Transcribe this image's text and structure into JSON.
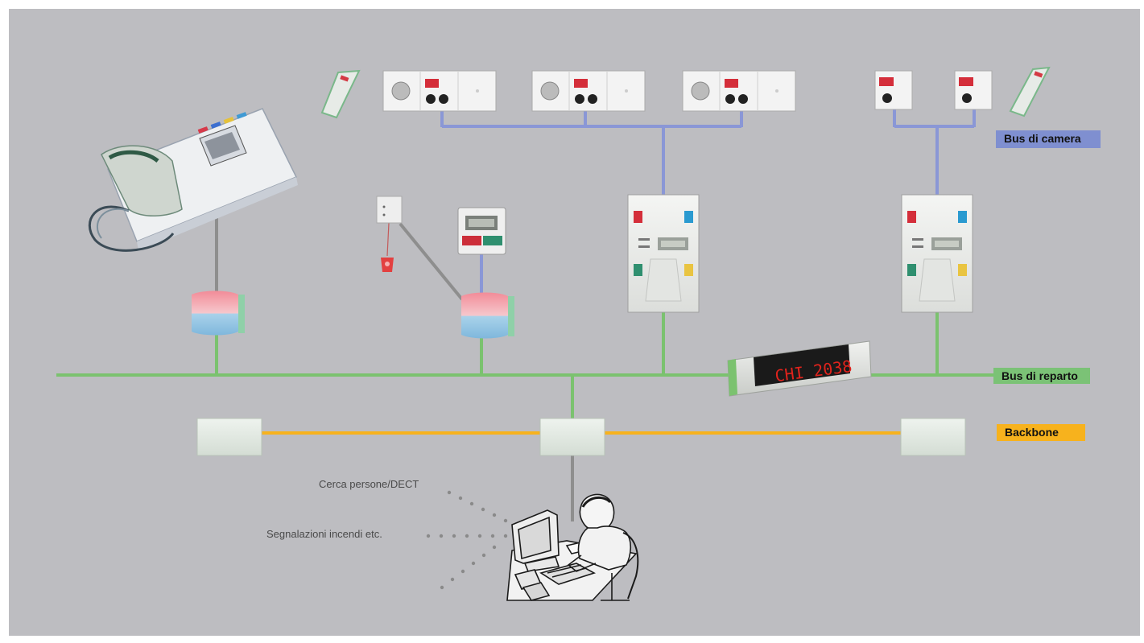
{
  "labels": {
    "bus_camera": "Bus di camera",
    "bus_reparto": "Bus di reparto",
    "backbone": "Backbone",
    "cerca_persone": "Cerca persone/DECT",
    "segnalazioni": "Segnalazioni incendi etc."
  },
  "display": {
    "text": "CHI 2038"
  },
  "colors": {
    "background": "#bdbdc1",
    "bus_camera": "#8a97d6",
    "bus_reparto": "#7bc26f",
    "backbone": "#f7b21d",
    "connector_gray": "#8e8e8e"
  },
  "icons": [
    "desk-telephone-icon",
    "bus-coupler-icon",
    "pull-cord-switch-icon",
    "bed-terminal-icon",
    "room-panel-icon",
    "call-button-icon",
    "wireless-handset-icon",
    "corridor-display-icon",
    "network-node-icon",
    "operator-workstation-icon"
  ]
}
